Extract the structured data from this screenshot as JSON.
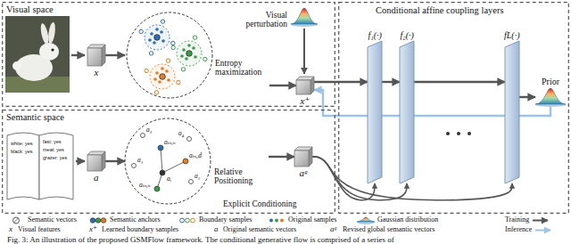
{
  "diagram": {
    "caption": "Fig. 3: An illustration of the proposed GSMFlow framework. The conditional generative flow is comprised of a series of",
    "nodes": [
      {
        "text": [
          "Visual space"
        ]
      },
      {
        "text": [
          "x"
        ],
        "in": 0
      },
      {
        "text": [
          "Entropy maximization"
        ],
        "in": 0
      },
      {
        "text": [
          "x⁺"
        ],
        "in": 0
      },
      {
        "text": [
          "Semantic space"
        ]
      },
      {
        "text": [
          "a"
        ],
        "in": 4
      },
      {
        "text": [
          "Relative Positioning"
        ],
        "in": 4
      },
      {
        "text": [
          "aᵍ"
        ],
        "in": 4
      },
      {
        "text": [
          "Conditional affine coupling layers"
        ]
      },
      {
        "text": [
          "f₁(·)"
        ],
        "in": 8
      },
      {
        "text": [
          "f₂(·)"
        ],
        "in": 8
      },
      {
        "text": [
          "fL(·)"
        ],
        "in": 8
      },
      {
        "text": [
          "Prior"
        ],
        "in": 8
      }
    ],
    "edges": [
      {
        "from": 1,
        "to": 2,
        "arrow": "to"
      },
      {
        "from": 2,
        "to": 3,
        "arrow": "to"
      },
      {
        "from": 3,
        "to": 9,
        "arrow": "to"
      },
      {
        "from": 9,
        "to": 10,
        "arrow": "to"
      },
      {
        "from": 10,
        "to": 11,
        "arrow": "to"
      },
      {
        "from": 11,
        "to": 12,
        "arrow": "to"
      },
      {
        "from": 12,
        "to": 3,
        "arrow": "to"
      },
      {
        "from": 5,
        "to": 6,
        "arrow": "to"
      },
      {
        "from": 6,
        "to": 7,
        "arrow": "to"
      },
      {
        "from": 7,
        "to": 9,
        "arrow": "to"
      },
      {
        "from": 7,
        "to": 10,
        "arrow": "to"
      },
      {
        "from": 7,
        "to": 11,
        "arrow": "to"
      }
    ],
    "labels": [
      "Visual perturbation",
      "Explicit Conditioning",
      "white: yes",
      "black: yes",
      "fast: yes",
      "meat: yes",
      "grazer: yes",
      "a₃",
      "a₄",
      "aₘᵢₙ",
      "aₘₑd",
      "a₁",
      "aᵢ",
      "aₘᵢₙ",
      "a₂",
      "x",
      "x⁺",
      "a",
      "aᵍ"
    ],
    "legend": [
      {
        "text": "Semantic vectors"
      },
      {
        "text": "Semantic anchors"
      },
      {
        "text": "Boundary samples"
      },
      {
        "text": "Original samples"
      },
      {
        "text": "Gaussian distribution"
      },
      {
        "text": "Visual features"
      },
      {
        "text": "Learned boundary samples"
      },
      {
        "text": "Original semantic vectors"
      },
      {
        "text": "Revised global semantic vectors"
      },
      {
        "text": "Training"
      },
      {
        "text": "Inference"
      }
    ]
  }
}
